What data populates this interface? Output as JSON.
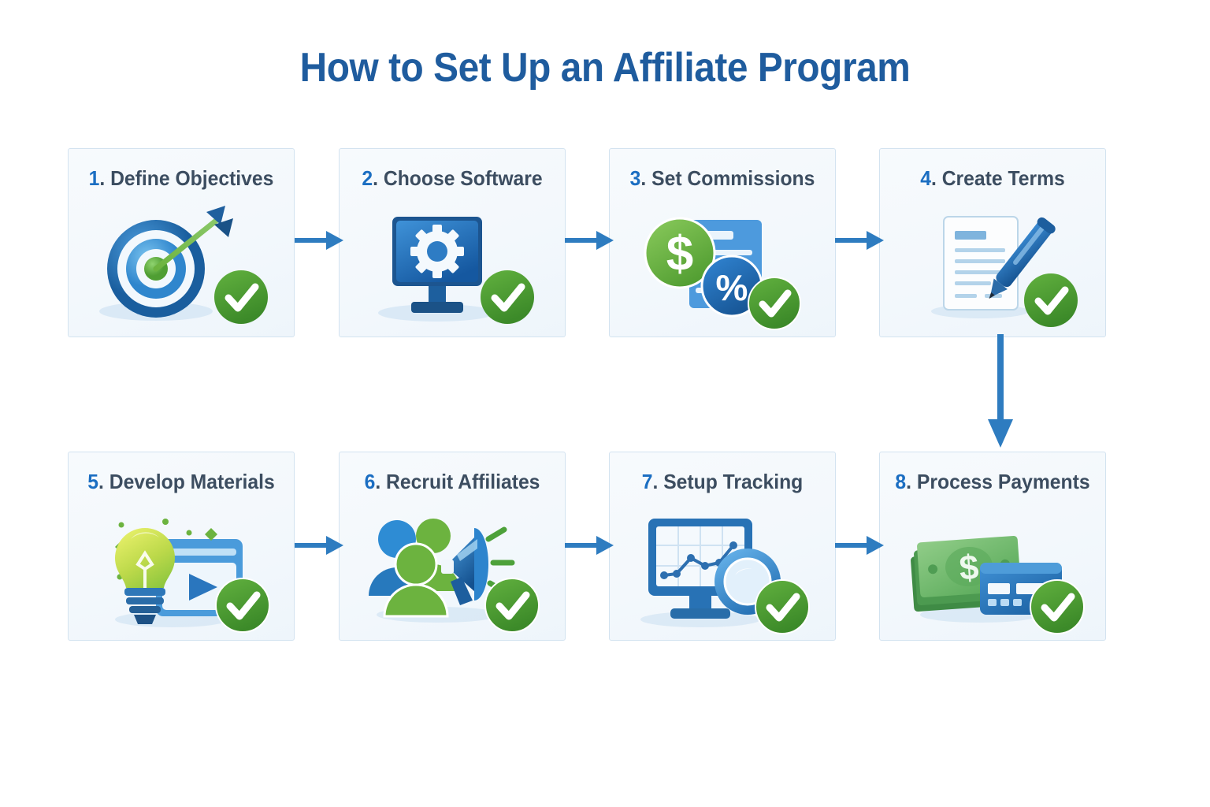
{
  "header": {
    "title": "How to Set Up an Affiliate Program",
    "title_color": "#1f5c9e"
  },
  "theme": {
    "background": "#ffffff",
    "card_background": "#f4f9fc",
    "card_border": "#d3e3f0",
    "number_color": "#1b6ec2",
    "label_color": "#3c4d60",
    "arrow_color": "#2e7cc0",
    "check_color": "#4a9e37",
    "accent_blue": "#1f6fb8",
    "accent_green": "#6cb33f"
  },
  "steps": [
    {
      "number": "1",
      "separator": ".",
      "label": "Define Objectives",
      "icon": "target-arrow-icon",
      "status_icon": "green-check-icon"
    },
    {
      "number": "2",
      "separator": ".",
      "label": "Choose Software",
      "icon": "monitor-gear-icon",
      "status_icon": "green-check-icon"
    },
    {
      "number": "3",
      "separator": ".",
      "label": "Set Commissions",
      "icon": "dollar-percent-document-icon",
      "status_icon": "green-check-icon"
    },
    {
      "number": "4",
      "separator": ".",
      "label": "Create Terms",
      "icon": "document-pen-icon",
      "status_icon": "green-check-icon"
    },
    {
      "number": "5",
      "separator": ".",
      "label": "Develop Materials",
      "icon": "lightbulb-media-icon",
      "status_icon": "green-check-icon"
    },
    {
      "number": "6",
      "separator": ".",
      "label": "Recruit Affiliates",
      "icon": "people-megaphone-icon",
      "status_icon": "green-check-icon"
    },
    {
      "number": "7",
      "separator": ".",
      "label": "Setup Tracking",
      "icon": "monitor-chart-magnifier-icon",
      "status_icon": "green-check-icon"
    },
    {
      "number": "8",
      "separator": ".",
      "label": "Process Payments",
      "icon": "cash-creditcard-icon",
      "status_icon": "green-check-icon"
    }
  ],
  "connectors": [
    {
      "name": "arrow-step1-to-step2",
      "direction": "right"
    },
    {
      "name": "arrow-step2-to-step3",
      "direction": "right"
    },
    {
      "name": "arrow-step3-to-step4",
      "direction": "right"
    },
    {
      "name": "arrow-step4-to-step8",
      "direction": "down"
    },
    {
      "name": "arrow-step5-to-step6",
      "direction": "right"
    },
    {
      "name": "arrow-step6-to-step7",
      "direction": "right"
    },
    {
      "name": "arrow-step7-to-step8",
      "direction": "right"
    }
  ]
}
